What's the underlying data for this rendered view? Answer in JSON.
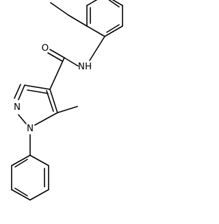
{
  "molecule": {
    "atom_labels": {
      "oxygen": "O",
      "amide_nitrogen": "NH",
      "pyrazole_n2": "N",
      "pyrazole_n1": "N"
    },
    "colors": {
      "bond": "#000000",
      "background": "#ffffff"
    }
  }
}
